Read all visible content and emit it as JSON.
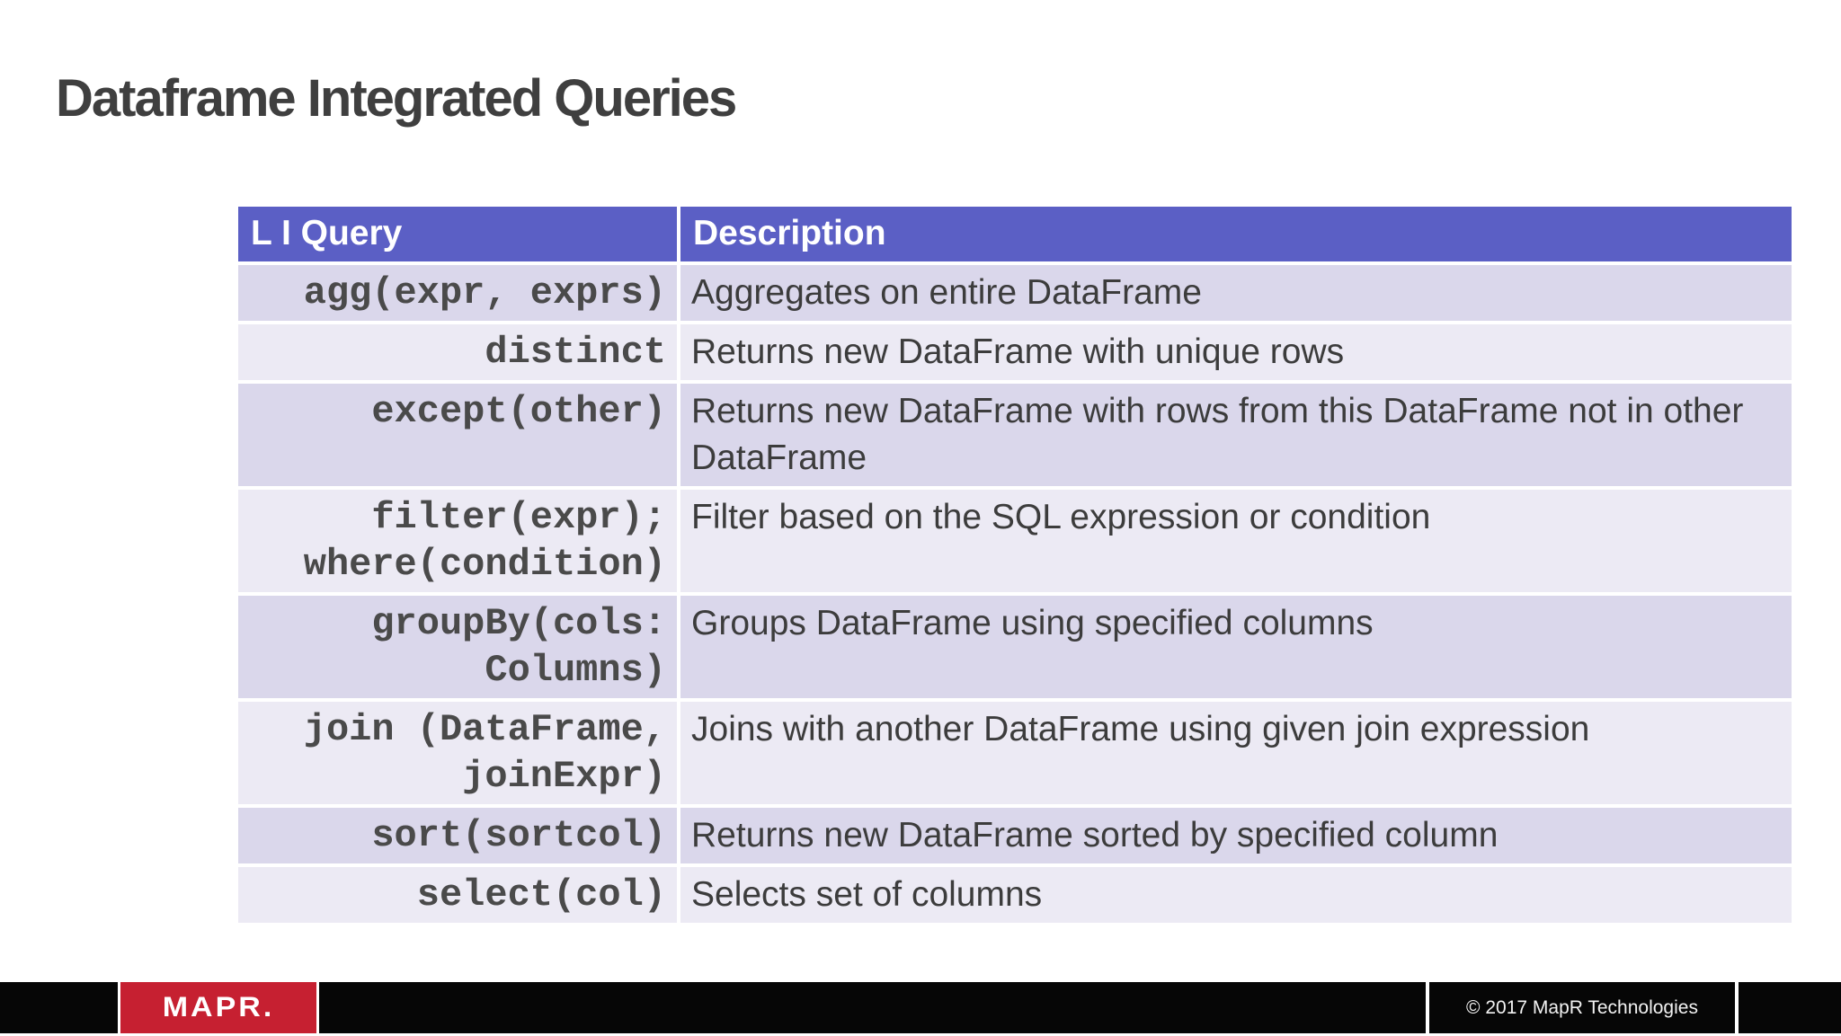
{
  "slide": {
    "title": "Dataframe Integrated Queries"
  },
  "table": {
    "headers": {
      "query": "L I Query",
      "description": "Description"
    },
    "rows": [
      {
        "query": [
          "agg(expr, exprs)"
        ],
        "description": "Aggregates on entire DataFrame"
      },
      {
        "query": [
          "distinct"
        ],
        "description": "Returns new DataFrame with unique rows"
      },
      {
        "query": [
          "except(other)"
        ],
        "description": "Returns new DataFrame with rows from this DataFrame not in other DataFrame"
      },
      {
        "query": [
          "filter(expr);",
          "where(condition)"
        ],
        "description": "Filter based on the SQL expression or condition"
      },
      {
        "query": [
          "groupBy(cols:",
          "Columns)"
        ],
        "description": "Groups DataFrame using specified columns"
      },
      {
        "query": [
          "join (DataFrame,",
          "joinExpr)"
        ],
        "description": "Joins with another DataFrame using given join expression"
      },
      {
        "query": [
          "sort(sortcol)"
        ],
        "description": "Returns new DataFrame sorted by specified column"
      },
      {
        "query": [
          "select(col)"
        ],
        "description": "Selects set of columns"
      }
    ]
  },
  "footer": {
    "logo_text": "MAPR.",
    "copyright": "© 2017 MapR Technologies"
  },
  "colors": {
    "header_bg": "#5b5fc5",
    "row_dark": "#dad7eb",
    "row_light": "#eceaf4",
    "title_text": "#3f3f3f",
    "body_text": "#3c3c3c",
    "code_text": "#4a4a4a",
    "footer_bar": "#060606",
    "logo_red": "#c62031"
  }
}
